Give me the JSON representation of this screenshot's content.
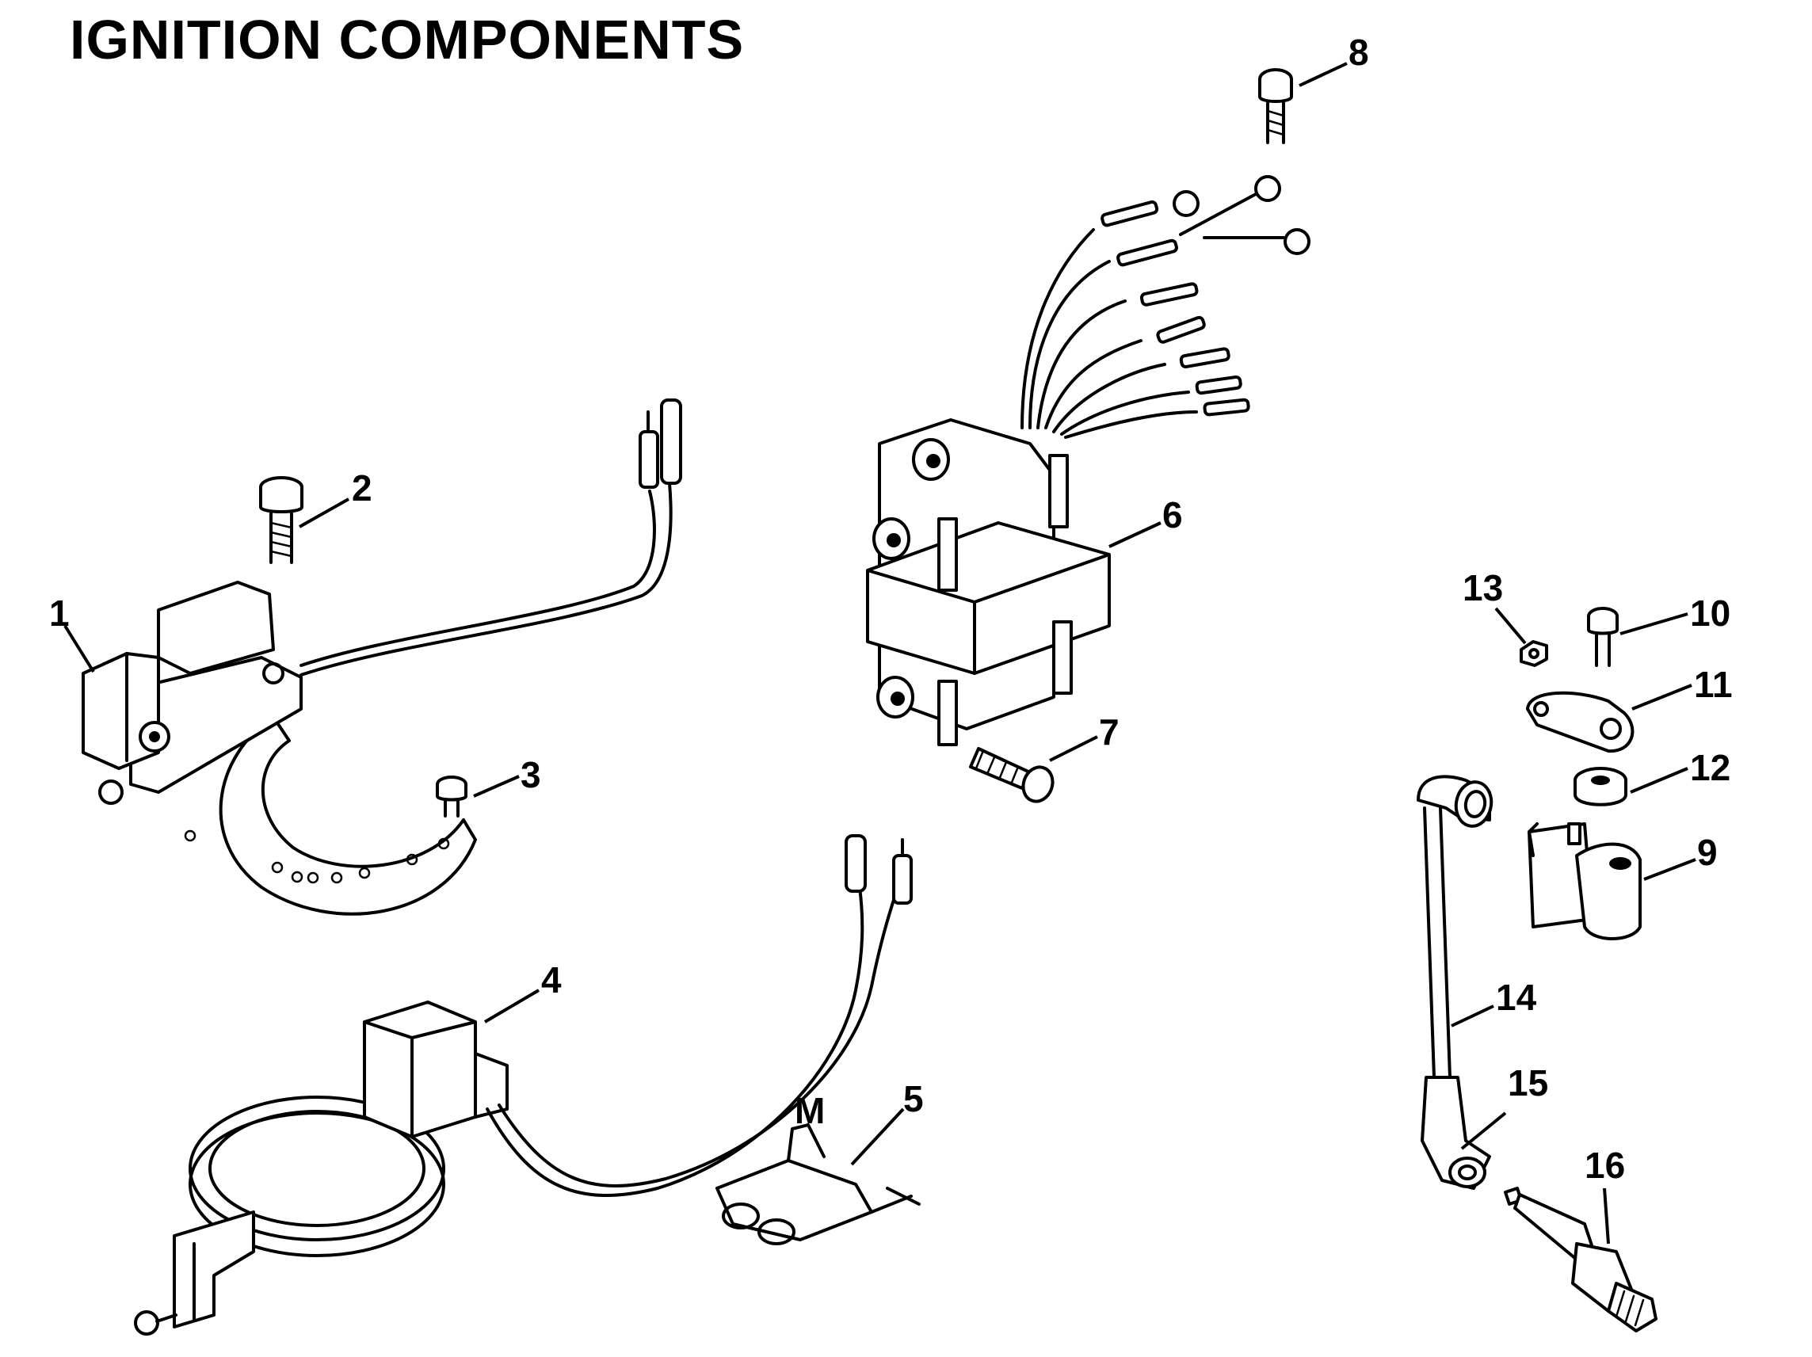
{
  "title": "IGNITION COMPONENTS",
  "callouts": [
    {
      "id": "1",
      "label": "1"
    },
    {
      "id": "2",
      "label": "2"
    },
    {
      "id": "3",
      "label": "3"
    },
    {
      "id": "4",
      "label": "4"
    },
    {
      "id": "5",
      "label": "5"
    },
    {
      "id": "6",
      "label": "6"
    },
    {
      "id": "7",
      "label": "7"
    },
    {
      "id": "8",
      "label": "8"
    },
    {
      "id": "9",
      "label": "9"
    },
    {
      "id": "10",
      "label": "10"
    },
    {
      "id": "11",
      "label": "11"
    },
    {
      "id": "12",
      "label": "12"
    },
    {
      "id": "13",
      "label": "13"
    },
    {
      "id": "14",
      "label": "14"
    },
    {
      "id": "15",
      "label": "15"
    },
    {
      "id": "16",
      "label": "16"
    }
  ],
  "part4_tag_mark": "M"
}
